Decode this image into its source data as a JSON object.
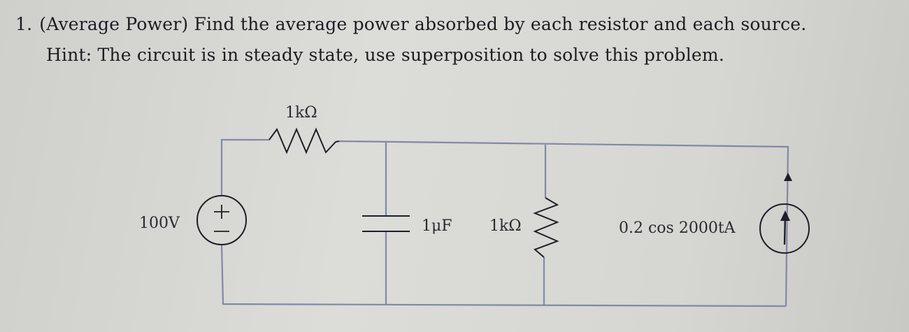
{
  "problem": {
    "number": "1.",
    "line1": "(Average Power) Find the average power absorbed by each resistor and each source.",
    "line2": "Hint: The circuit is in steady state, use superposition to solve this problem."
  },
  "circuit": {
    "voltage_source": {
      "label": "100V",
      "plus": "+",
      "minus": "−"
    },
    "series_resistor": {
      "label": "1kΩ"
    },
    "capacitor": {
      "label": "1μF"
    },
    "shunt_resistor": {
      "label": "1kΩ"
    },
    "current_source": {
      "label": "0.2 cos 2000tA"
    },
    "colors": {
      "wire": "#7e8aa6",
      "component": "#1e1e28"
    }
  }
}
